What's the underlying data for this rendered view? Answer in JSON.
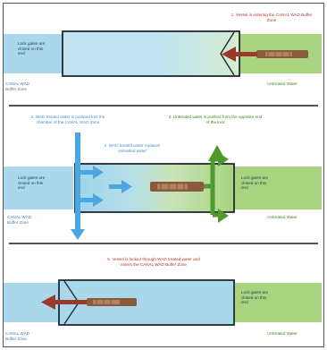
{
  "colors": {
    "lock_blue": "#a9d8ea",
    "lock_blue_light": "#d9f0f8",
    "green": "#a8d37f",
    "green_dark": "#4f9a2a",
    "blue_arrow": "#4aa7e3",
    "red_arrow": "#9a3a2a",
    "vessel_brown": "#8a5a3a",
    "divider": "#555555"
  },
  "panel1": {
    "step_label": "1. Vessel is entering the CANAL WAD Buffer Zone",
    "left_gate": "Lock gates are closed on this end",
    "left_zone": "CANAL WAD Buffer Zone",
    "right_zone": "Untreated Water"
  },
  "panel2": {
    "step_label_a": "2. WAD treated water is pumped into the chamber of the CANAL WAD Zone",
    "step_label_b": "3. Untreated water is pushed from the opposite end of the lock",
    "step_label_c": "4. WAD treated water replaces untreated water",
    "left_gate": "Lock gates are closed on this end",
    "right_gate": "Lock gates are closed on this end",
    "left_zone": "CANAL WAD Buffer Zone",
    "right_zone": "Untreated Water"
  },
  "panel3": {
    "step_label": "5. Vessel is locked through WAD treated water and enters the CANAL WAD Buffer Zone",
    "right_gate": "Lock gates are closed on this end",
    "left_zone": "CANAL WAD Buffer Zone",
    "right_zone": "Untreated Water"
  }
}
